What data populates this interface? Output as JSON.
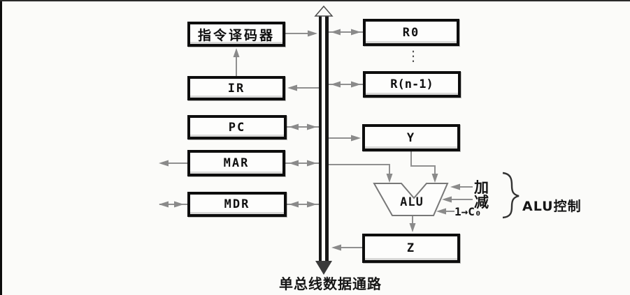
{
  "caption": "单总线数据通路",
  "boxes": {
    "decoder": "指令译码器",
    "ir": "IR",
    "pc": "PC",
    "mar": "MAR",
    "mdr": "MDR",
    "r0": "R0",
    "rn_minus_1": "R(n-1)",
    "y": "Y",
    "alu": "ALU",
    "z": "Z"
  },
  "alu_controls": {
    "add": "加",
    "subtract": "减",
    "set_carry": "1→C₀",
    "group_label": "ALU控制"
  },
  "ellipsis": "⋮",
  "colors": {
    "box_border": "#0d0d0d",
    "bus": "#161616",
    "connector": "#8a8a8a",
    "background": "#fbfbf9"
  }
}
